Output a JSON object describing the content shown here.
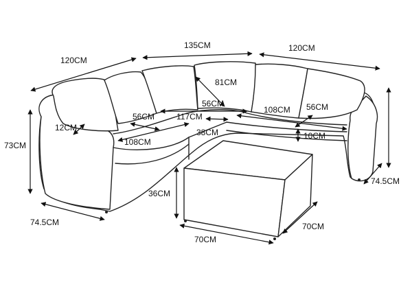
{
  "labels": {
    "top_left_120": "120CM",
    "top_mid_135": "135CM",
    "top_right_120": "120CM",
    "height_73": "73CM",
    "arm_12": "12CM",
    "cushion_56_left": "56CM",
    "seat_108_left": "108CM",
    "back_81": "81CM",
    "back_56_mid": "56CM",
    "seat_117": "117CM",
    "seat_38": "38CM",
    "seat_108_right": "108CM",
    "cushion_56_right": "56CM",
    "seat_10": "10CM",
    "depth_74_5_left": "74.5CM",
    "depth_74_5_right": "74.5CM",
    "table_36": "36CM",
    "table_70_bottom": "70CM",
    "table_70_right": "70CM"
  }
}
